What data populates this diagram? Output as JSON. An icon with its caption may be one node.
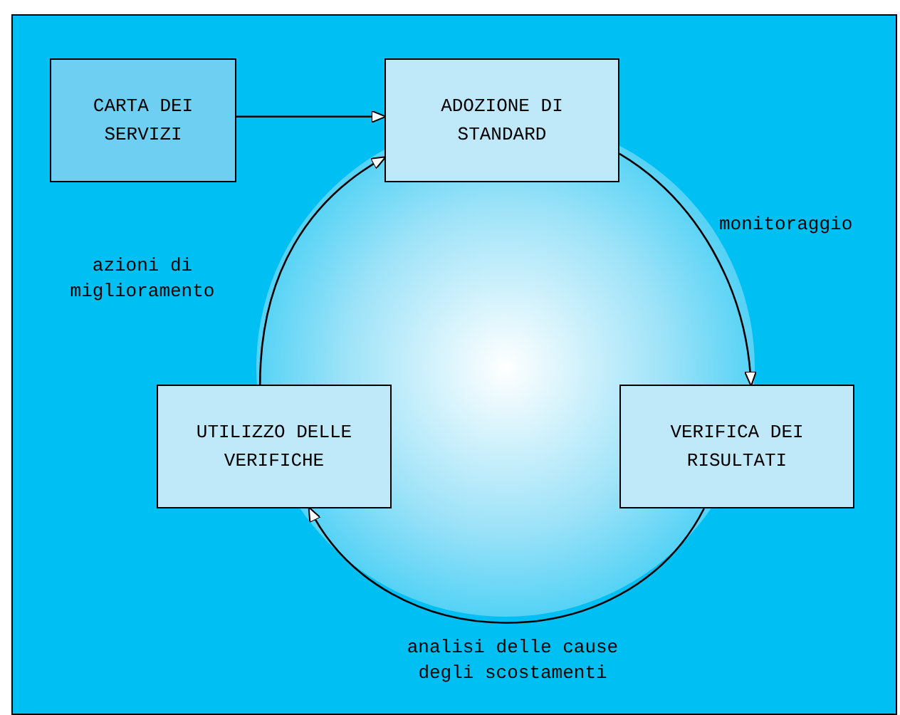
{
  "diagram": {
    "nodes": [
      {
        "text": [
          "CARTA DEI SERVIZI"
        ]
      },
      {
        "text": [
          "ADOZIONE DI STANDARD"
        ]
      },
      {
        "text": [
          "VERIFICA DEI RISULTATI"
        ]
      },
      {
        "text": [
          "UTILIZZO DELLE VERIFICHE"
        ]
      }
    ],
    "edges": [
      {
        "from": 0,
        "to": 1,
        "arrow": "to"
      },
      {
        "from": 1,
        "to": 2,
        "arrow": "to",
        "label": "monitoraggio"
      },
      {
        "from": 2,
        "to": 3,
        "arrow": "to",
        "label": "analisi delle cause degli scostamenti"
      },
      {
        "from": 3,
        "to": 1,
        "arrow": "to",
        "label": "azioni di miglioramento"
      }
    ]
  }
}
